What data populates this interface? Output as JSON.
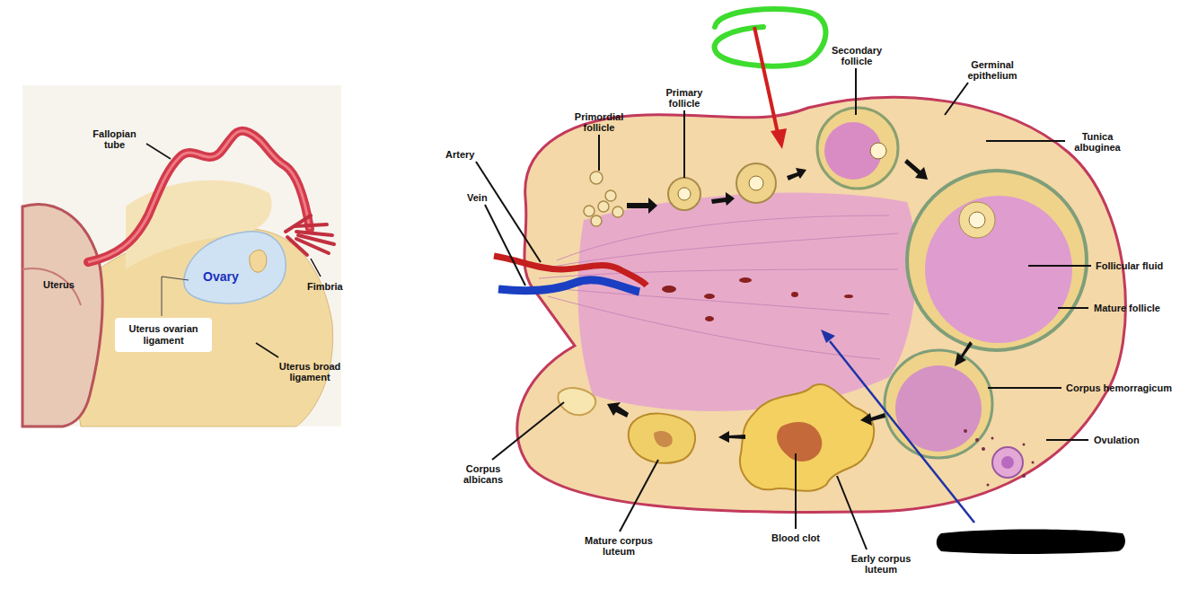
{
  "diagram": {
    "nodes": [
      {
        "text": [
          "Uterus ovarian ligament"
        ]
      }
    ],
    "labels": [
      "Fallopian tube",
      "Uterus",
      "Ovary",
      "Fimbria",
      "Uterus broad ligament",
      "Primordial follicle",
      "Primary follicle",
      "Secondary follicle",
      "Germinal epithelium",
      "Tunica albuginea",
      "Artery",
      "Vein",
      "Follicular fluid",
      "Mature follicle",
      "Corpus hemorragicum",
      "Ovulation",
      "Corpus albicans",
      "Mature corpus luteum",
      "Blood clot",
      "Early corpus luteum"
    ]
  }
}
